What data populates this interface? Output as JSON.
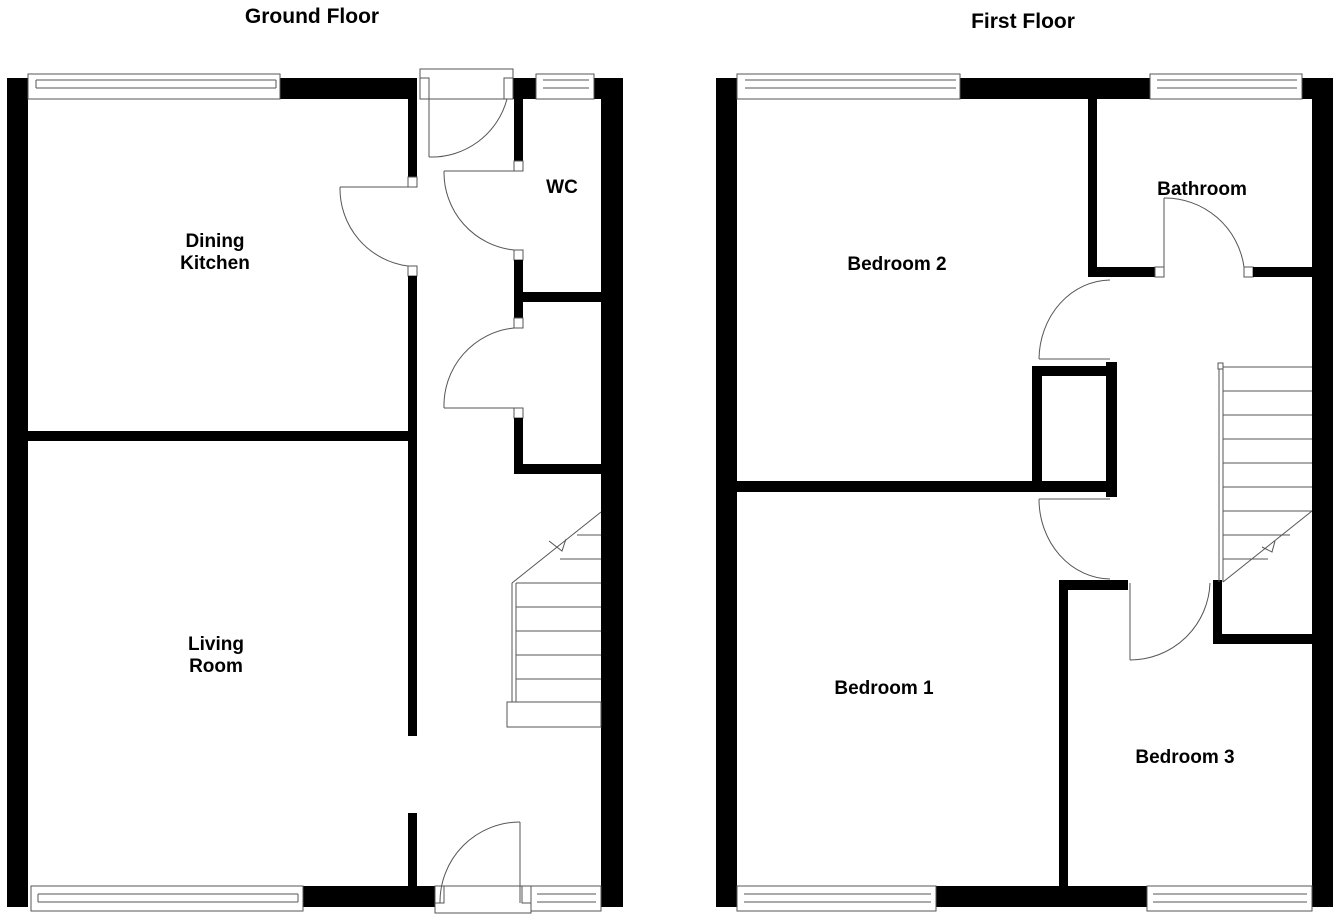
{
  "floors": [
    {
      "title": "Ground Floor",
      "rooms": [
        {
          "label": "Dining\nKitchen"
        },
        {
          "label": "Living\nRoom"
        },
        {
          "label": "WC"
        }
      ]
    },
    {
      "title": "First Floor",
      "rooms": [
        {
          "label": "Bedroom 2"
        },
        {
          "label": "Bathroom"
        },
        {
          "label": "Bedroom 1"
        },
        {
          "label": "Bedroom 3"
        }
      ]
    }
  ],
  "colors": {
    "wall": "#000000",
    "line": "#555555",
    "background": "#ffffff"
  }
}
